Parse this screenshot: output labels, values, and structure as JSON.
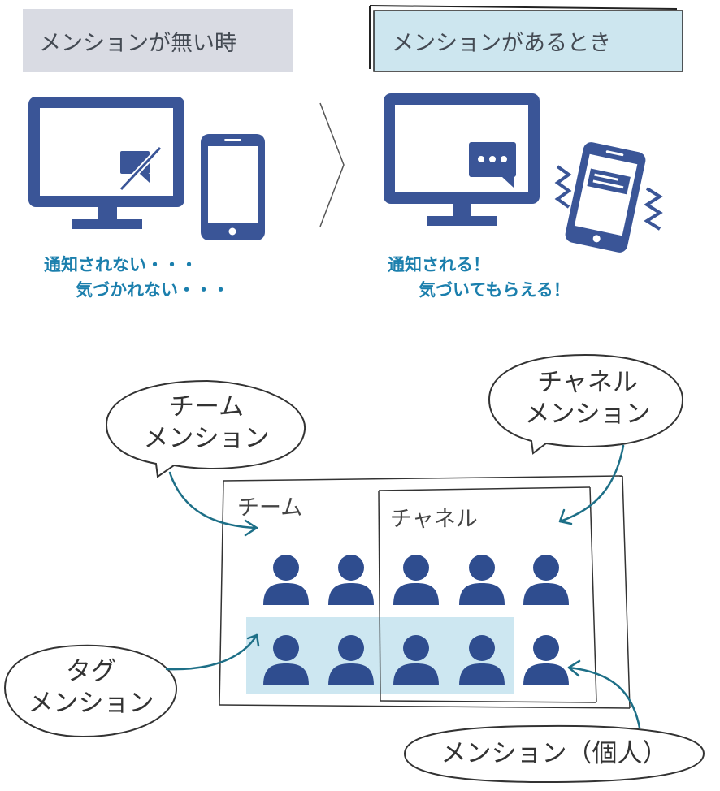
{
  "before": {
    "header": "メンションが無い時",
    "caption_line1": "通知されない・・・",
    "caption_line2": "気づかれない・・・"
  },
  "after": {
    "header": "メンションがあるとき",
    "caption_line1": "通知される！",
    "caption_line2": "気づいてもらえる！"
  },
  "diagram": {
    "team_label": "チーム",
    "channel_label": "チャネル",
    "bubble_team_line1": "チーム",
    "bubble_team_line2": "メンション",
    "bubble_channel_line1": "チャネル",
    "bubble_channel_line2": "メンション",
    "bubble_tag_line1": "タグ",
    "bubble_tag_line2": "メンション",
    "bubble_personal": "メンション（個人）"
  },
  "colors": {
    "device_blue": "#3a5597",
    "person_blue": "#2f4d8f",
    "caption_blue": "#1b7fad",
    "arrow_teal": "#1d6f87",
    "before_header_bg": "#d9dbe3",
    "after_header_bg": "#cde6ef",
    "tag_highlight": "#c8e4ef"
  }
}
